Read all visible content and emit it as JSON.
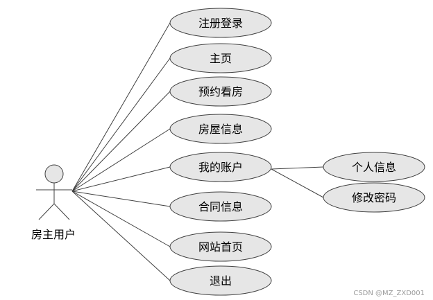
{
  "actor": {
    "label": "房主用户"
  },
  "use_cases": [
    {
      "id": "register-login",
      "label": "注册登录"
    },
    {
      "id": "home",
      "label": "主页"
    },
    {
      "id": "book-viewing",
      "label": "预约看房"
    },
    {
      "id": "house-info",
      "label": "房屋信息"
    },
    {
      "id": "my-account",
      "label": "我的账户"
    },
    {
      "id": "contract-info",
      "label": "合同信息"
    },
    {
      "id": "site-home",
      "label": "网站首页"
    },
    {
      "id": "logout",
      "label": "退出"
    }
  ],
  "sub_use_cases": [
    {
      "id": "personal-info",
      "label": "个人信息",
      "parent": "my-account"
    },
    {
      "id": "change-password",
      "label": "修改密码",
      "parent": "my-account"
    }
  ],
  "colors": {
    "fill": "#e6e6e6",
    "stroke": "#3f3f3f"
  },
  "watermark": "CSDN @MZ_ZXD001"
}
